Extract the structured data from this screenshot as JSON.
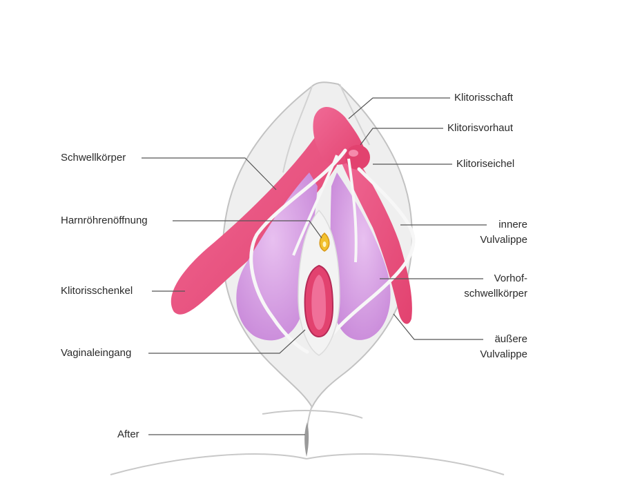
{
  "labels": {
    "klitorisschaft": "Klitorisschaft",
    "klitorisvorhaut": "Klitorisvorhaut",
    "klitoriseichel": "Klitoriseichel",
    "innere_line1": "innere",
    "innere_line2": "Vulvalippe",
    "vorhof_line1": "Vorhof-",
    "vorhof_line2": "schwellkörper",
    "aeussere_line1": "äußere",
    "aeussere_line2": "Vulvalippe",
    "schwellkoerper": "Schwellkörper",
    "harnroehrenoeffnung": "Harnröhrenöffnung",
    "klitorisschenkel": "Klitorisschenkel",
    "vaginaleingang": "Vaginaleingang",
    "after": "After"
  },
  "colors": {
    "clitoris_pink": "#e84c7d",
    "bulb_violet": "#d49ae0",
    "inner_lip_lilac": "#e6c8ee",
    "outer_skin": "#eeeeee",
    "outline_gray": "#bdbdbd",
    "leader_line": "#555555",
    "urethra_yellow": "#f2c12e"
  }
}
